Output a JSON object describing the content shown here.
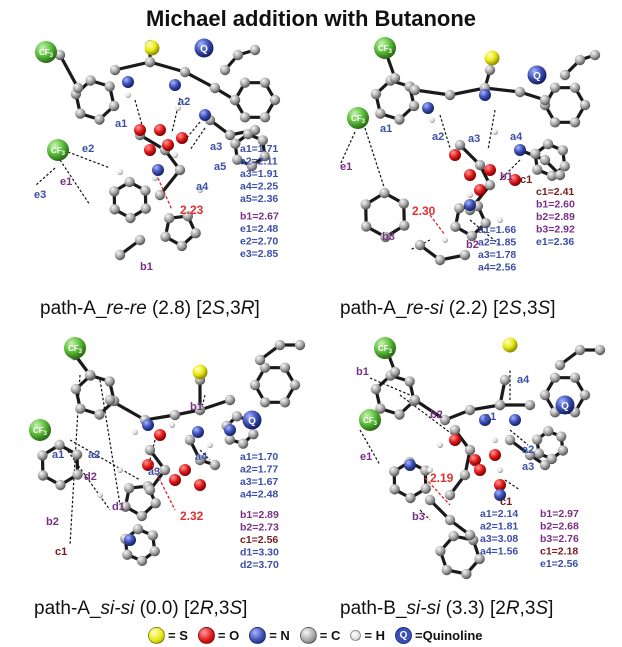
{
  "title": "Michael addition with Butanone",
  "colors": {
    "S": "#e8e816",
    "O": "#e31a1a",
    "N": "#3c4fb5",
    "C": "#a9a9a9",
    "H": "#f2f2f2",
    "CF3": "#5cbf3a",
    "Q": "#3c4fb5",
    "label_blue": "#3b4fa8",
    "label_purple": "#7a2f86",
    "label_darkred": "#7a1b1b",
    "distance_red": "#e03030"
  },
  "panels": [
    {
      "caption": {
        "prefix": "path-A_",
        "stereo": "re-re",
        "energy": " (2.8) [2",
        "c1": "S",
        "mid": ",3",
        "c2": "R",
        "suffix": "]"
      },
      "atom_labels": {
        "cf3_top": "CF3",
        "cf3_bottom": "CF3",
        "q": "Q"
      },
      "distance_label": "2.23",
      "markers": [
        "a1",
        "a2",
        "a3",
        "a4",
        "a5",
        "e1",
        "e2",
        "e3",
        "b1"
      ],
      "blue_values": [
        "a1=1.71",
        "a2=2.11",
        "a3=1.91",
        "a4=2.25",
        "a5=2.36"
      ],
      "purple_values": [
        "b1=2.67",
        "e1=2.48",
        "e2=2.70",
        "e3=2.85"
      ]
    },
    {
      "caption": {
        "prefix": "path-A_",
        "stereo": "re-si",
        "energy": " (2.2) [2",
        "c1": "S",
        "mid": ",3",
        "c2": "S",
        "suffix": "]"
      },
      "atom_labels": {
        "cf3_top": "CF3",
        "cf3_bottom": "CF3",
        "q": "Q"
      },
      "distance_label": "2.30",
      "markers": [
        "a1",
        "a2",
        "a3",
        "a4",
        "b1",
        "b2",
        "b3",
        "e1",
        "c1"
      ],
      "blue_values": [
        "a1=1.66",
        "a2=1.85",
        "a3=1.78",
        "a4=2.56"
      ],
      "right_values": [
        "c1=2.41",
        "b1=2.60",
        "b2=2.89",
        "b3=2.92",
        "e1=2.36"
      ]
    },
    {
      "caption": {
        "prefix": "path-A_",
        "stereo": "si-si",
        "energy": " (0.0) [2",
        "c1": "R",
        "mid": ",3",
        "c2": "S",
        "suffix": "]"
      },
      "atom_labels": {
        "cf3_top": "CF3",
        "cf3_bottom": "CF3",
        "q": "Q"
      },
      "distance_label": "2.32",
      "markers": [
        "a1",
        "a2",
        "a3",
        "a4",
        "b1",
        "b2",
        "c1",
        "d1",
        "d2"
      ],
      "blue_values": [
        "a1=1.70",
        "a2=1.77",
        "a3=1.67",
        "a4=2.48"
      ],
      "right_values": [
        "b1=2.89",
        "b2=2.73",
        "c1=2.56",
        "d1=3.30",
        "d2=3.70"
      ]
    },
    {
      "caption": {
        "prefix": "path-B_",
        "stereo": "si-si",
        "energy": " (3.3) [2",
        "c1": "R",
        "mid": ",3",
        "c2": "S",
        "suffix": "]"
      },
      "atom_labels": {
        "cf3_top": "CF3",
        "cf3_bottom": "CF3",
        "q": "Q"
      },
      "distance_label": "2.19",
      "markers": [
        "a1",
        "a2",
        "a3",
        "a4",
        "b1",
        "b2",
        "b3",
        "c1",
        "e1"
      ],
      "blue_values": [
        "a1=2.14",
        "a2=1.81",
        "a3=3.08",
        "a4=1.56"
      ],
      "right_values": [
        "b1=2.97",
        "b2=2.68",
        "b3=2.76",
        "c1=2.18",
        "e1=2.56"
      ]
    }
  ],
  "legend": [
    {
      "symbol": "S",
      "label": "= S"
    },
    {
      "symbol": "O",
      "label": "= O"
    },
    {
      "symbol": "N",
      "label": "= N"
    },
    {
      "symbol": "C",
      "label": "= C"
    },
    {
      "symbol": "H",
      "label": "= H"
    },
    {
      "symbol": "Q",
      "label": "=Quinoline"
    }
  ]
}
